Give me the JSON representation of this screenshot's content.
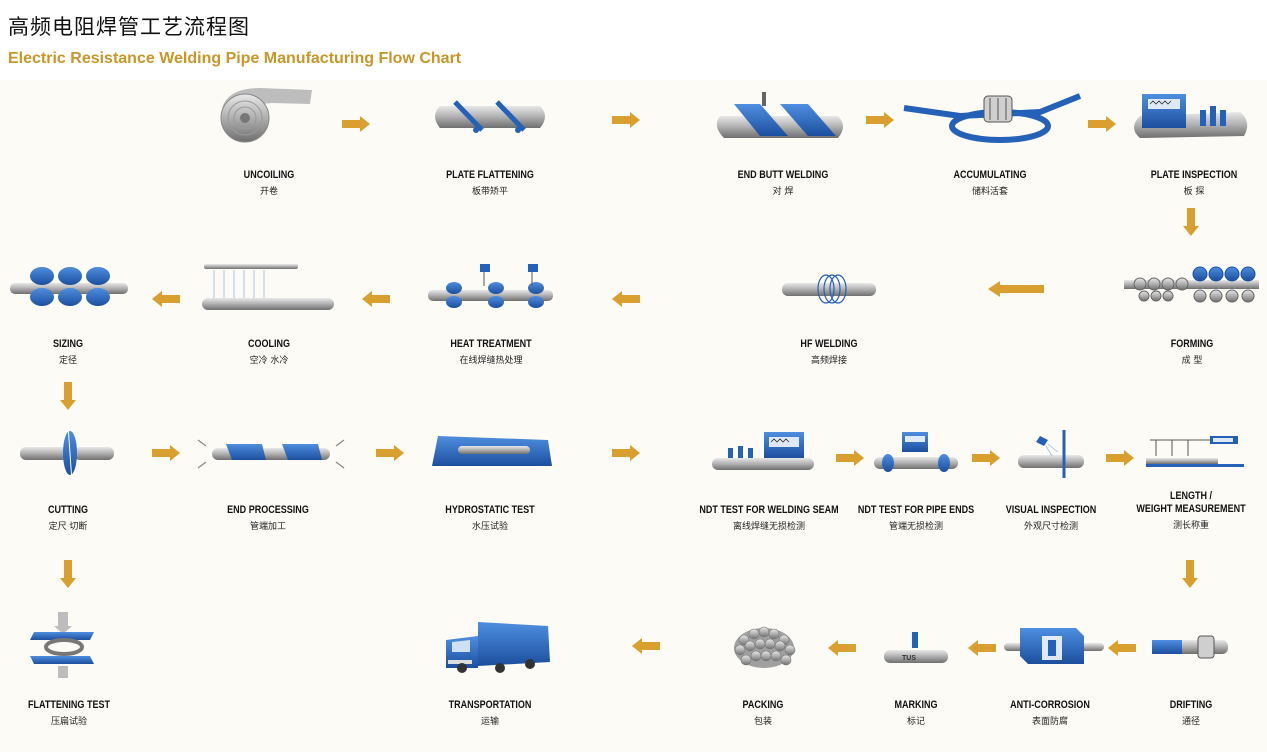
{
  "title_cn": "高频电阻焊管工艺流程图",
  "title_en": "Electric Resistance Welding Pipe Manufacturing Flow Chart",
  "colors": {
    "blue": "#2561b8",
    "gray": "#a9a9a9",
    "arrow": "#d9a030",
    "title_en": "#c9962a"
  },
  "steps": {
    "uncoiling": {
      "en": "UNCOILING",
      "cn": "开卷"
    },
    "plate_flattening": {
      "en": "PLATE FLATTENING",
      "cn": "板带矫平"
    },
    "end_butt_welding": {
      "en": "END BUTT WELDING",
      "cn": "对 焊"
    },
    "accumulating": {
      "en": "ACCUMULATING",
      "cn": "储料活套"
    },
    "plate_inspection": {
      "en": "PLATE INSPECTION",
      "cn": "板 探"
    },
    "forming": {
      "en": "FORMING",
      "cn": "成 型"
    },
    "hf_welding": {
      "en": "HF WELDING",
      "cn": "高频焊接"
    },
    "heat_treatment": {
      "en": "HEAT TREATMENT",
      "cn": "在线焊缝热处理"
    },
    "cooling": {
      "en": "COOLING",
      "cn": "空冷  水冷"
    },
    "sizing": {
      "en": "SIZING",
      "cn": "定径"
    },
    "cutting": {
      "en": "CUTTING",
      "cn": "定尺  切断"
    },
    "end_processing": {
      "en": "END PROCESSING",
      "cn": "管端加工"
    },
    "hydrostatic_test": {
      "en": "HYDROSTATIC TEST",
      "cn": "水压试验"
    },
    "ndt_seam": {
      "en": "NDT TEST FOR WELDING SEAM",
      "cn": "离线焊缝无损检测"
    },
    "ndt_ends": {
      "en": "NDT TEST FOR PIPE ENDS",
      "cn": "管端无损检测"
    },
    "visual_inspection": {
      "en": "VISUAL INSPECTION",
      "cn": "外观尺寸检测"
    },
    "length_weight": {
      "en": "LENGTH /",
      "en2": "WEIGHT MEASUREMENT",
      "cn": "测长称重"
    },
    "drifting": {
      "en": "DRIFTING",
      "cn": "通径"
    },
    "anti_corrosion": {
      "en": "ANTI-CORROSION",
      "cn": "表面防腐"
    },
    "marking": {
      "en": "MARKING",
      "cn": "标记",
      "stamp": "TUS"
    },
    "packing": {
      "en": "PACKING",
      "cn": "包装"
    },
    "transportation": {
      "en": "TRANSPORTATION",
      "cn": "运输"
    },
    "flattening_test": {
      "en": "FLATTENING TEST",
      "cn": "压扁试验"
    }
  }
}
